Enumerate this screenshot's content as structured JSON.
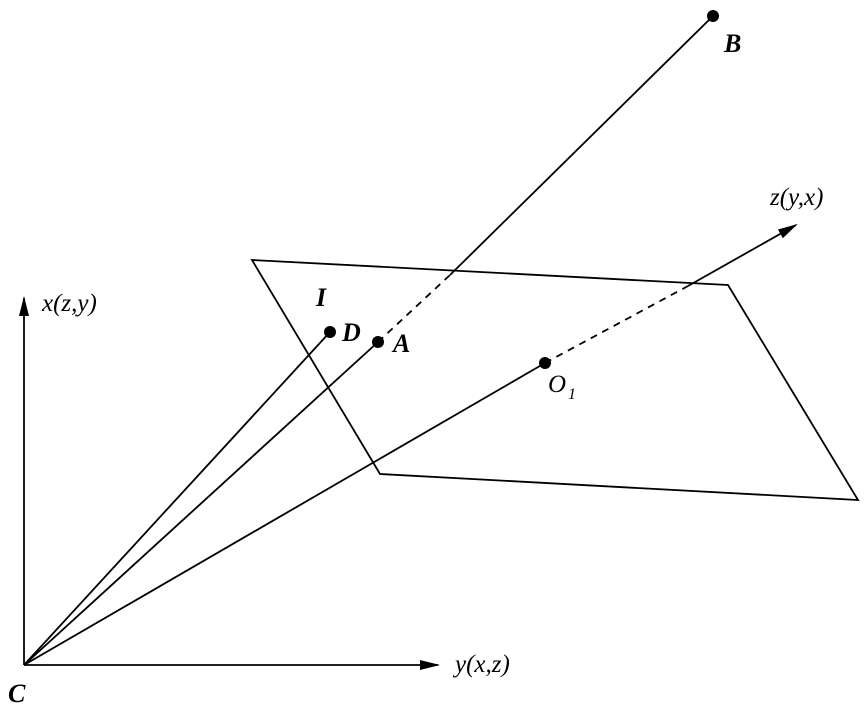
{
  "axes": {
    "vertical": "x(z,y)",
    "horizontal": "y(x,z)",
    "oblique": "z(y,x)"
  },
  "points": {
    "origin": "C",
    "far": "B",
    "image_point": "I",
    "d": "D",
    "a": "A",
    "principal": "O",
    "principal_sub": "1"
  }
}
